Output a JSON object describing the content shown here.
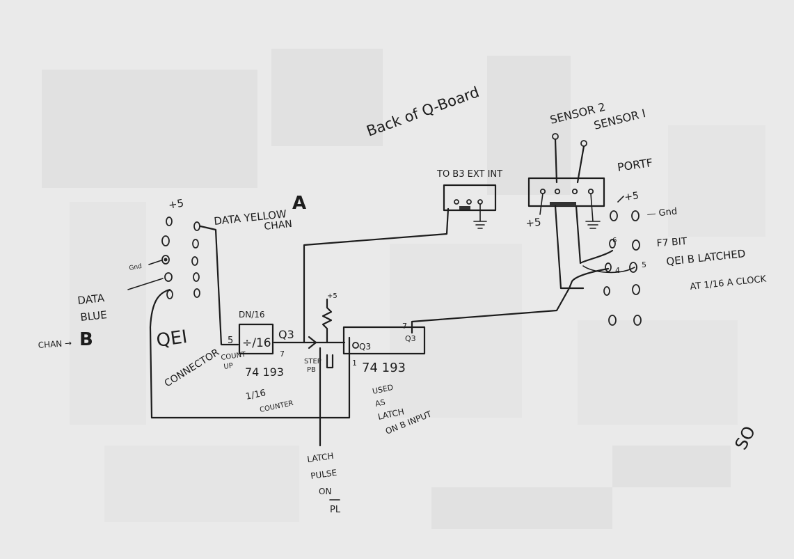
{
  "diagram": {
    "title": "Back of Q-Board",
    "labels": {
      "sensor2": "SENSOR 2",
      "sensor1": "SENSOR I",
      "portf": "PORTF",
      "to_b3": "TO B3 EXT INT",
      "plus5_left": "+5",
      "data_yellow": "DATA YELLOW",
      "chan_a_word": "CHAN",
      "chan_a_letter": "A",
      "gnd_left": "Gnd",
      "data_blue_1": "DATA",
      "data_blue_2": "BLUE",
      "chan_b_word": "CHAN →",
      "chan_b_letter": "B",
      "qei": "QEI",
      "connector": "CONNECTOR",
      "dn16": "DN/16",
      "chip1_inner": "÷/16",
      "pin5": "5",
      "pin7a": "7",
      "q3a": "Q3",
      "count_up_1": "COUNT",
      "count_up_2": "UP",
      "ic1": "74 193",
      "counter_1": "1/16",
      "counter_2": "COUNTER",
      "plus5_res": "+5",
      "step_pb_1": "STEP",
      "step_pb_2": "PB",
      "ic2": "74 193",
      "pin1": "1",
      "pin7b": "7",
      "q3b": "Q3",
      "q3c": "Q3",
      "used_1": "USED",
      "used_2": "AS",
      "used_3": "LATCH",
      "used_4": "ON B INPUT",
      "latch_1": "LATCH",
      "latch_2": "PULSE",
      "latch_3": "ON",
      "latch_4": "PL",
      "plus5_port": "+5",
      "plus5_bottom": "+5",
      "gnd_right": "— Gnd",
      "pin6": "6",
      "pin4": "4",
      "pin5r": "5",
      "f7bit": "F7 BIT",
      "qei_b": "QEI B LATCHED",
      "at_clock": "AT 1/16 A CLOCK",
      "corner": "SO"
    }
  }
}
